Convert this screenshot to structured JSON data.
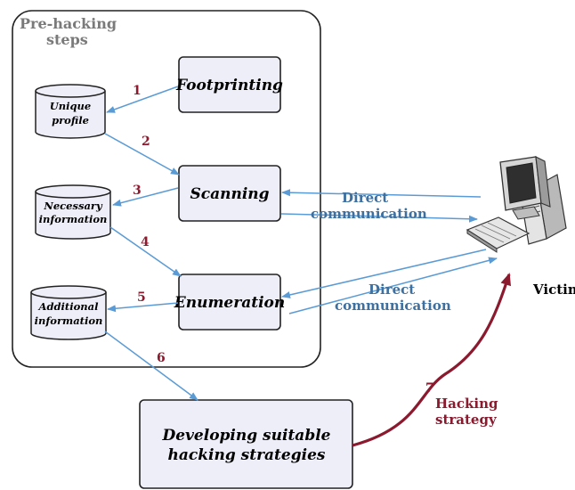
{
  "container": {
    "label_line1": "Pre-hacking",
    "label_line2": "steps"
  },
  "nodes": {
    "footprinting": "Footprinting",
    "scanning": "Scanning",
    "enumeration": "Enumeration",
    "strategy_line1": "Developing suitable",
    "strategy_line2": "hacking strategies"
  },
  "stores": {
    "unique_profile": [
      "Unique",
      "profile"
    ],
    "necessary_information": [
      "Necessary",
      "information"
    ],
    "additional_information": [
      "Additional",
      "information"
    ]
  },
  "step_numbers": [
    "1",
    "2",
    "3",
    "4",
    "5",
    "6",
    "7"
  ],
  "communication": {
    "scanning": [
      "Direct",
      "communication"
    ],
    "enumeration": [
      "Direct",
      "communication"
    ]
  },
  "hacking_strategy": [
    "Hacking",
    "strategy"
  ],
  "victim_label": "Victim",
  "colors": {
    "blue_arrow": "#5b9bd5",
    "red_arrow": "#8b1a2e",
    "box_fill": "#eeeef8",
    "comm_text": "#3d6f9f"
  }
}
